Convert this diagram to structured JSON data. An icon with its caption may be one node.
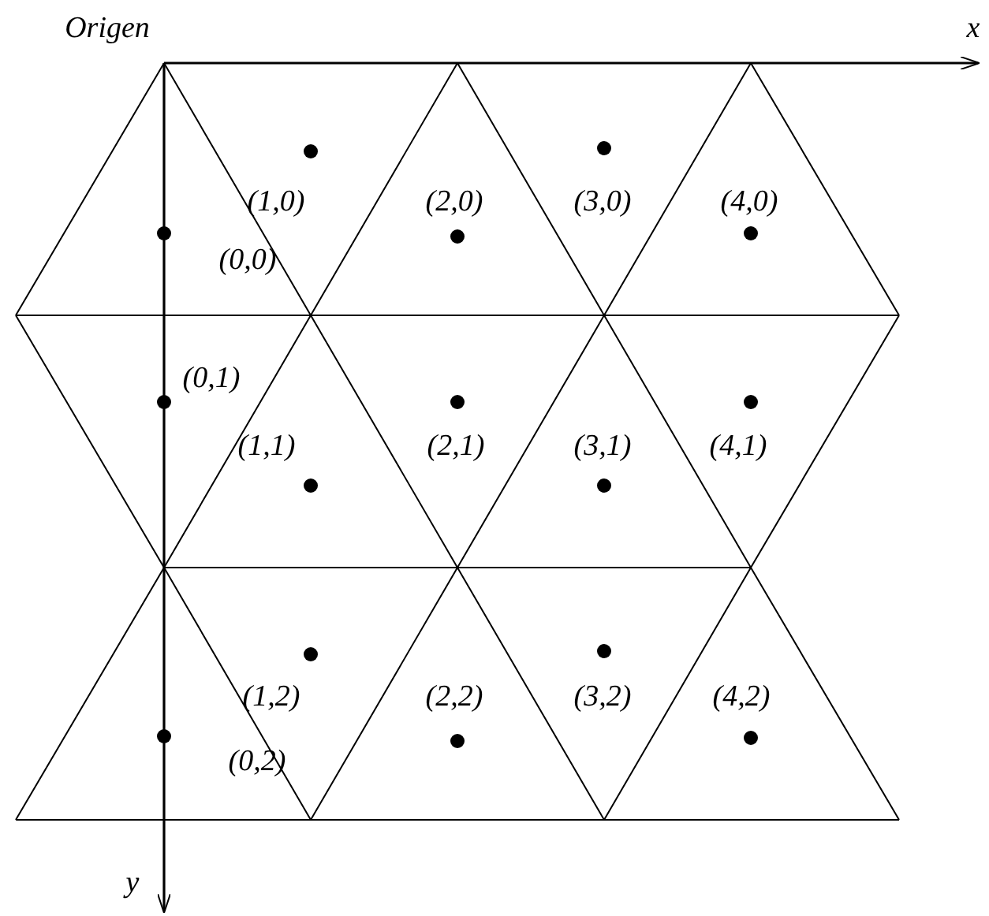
{
  "diagram": {
    "labels": [
      "Origen",
      "x",
      "(1,0)",
      "(2,0)",
      "(3,0)",
      "(4,0)",
      "(0,0)",
      "(0,1)",
      "(1,1)",
      "(2,1)",
      "(3,1)",
      "(4,1)",
      "(1,2)",
      "(2,2)",
      "(3,2)",
      "(4,2)",
      "(0,2)",
      "y"
    ]
  }
}
